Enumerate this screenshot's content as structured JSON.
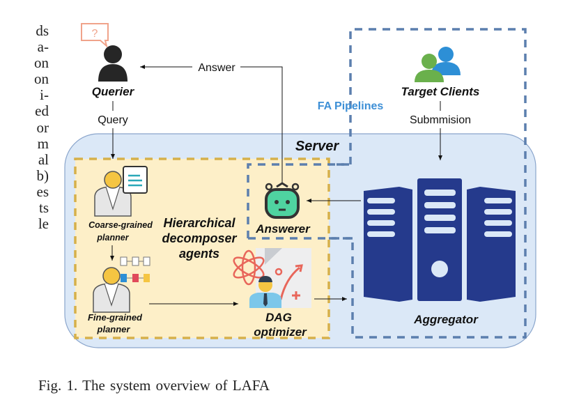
{
  "margin_text_fragments": [
    "ds",
    "a-",
    "on",
    "on",
    "i-",
    "ed",
    "or",
    "m",
    "al",
    "b)",
    "es",
    "ts",
    "le"
  ],
  "diagram": {
    "querier": {
      "label": "Querier",
      "bubble_glyph": "?",
      "icon": "person-icon"
    },
    "target_clients": {
      "label": "Target Clients",
      "icon": "users-icon"
    },
    "fa_pipelines": {
      "label": "FA Pipelines"
    },
    "server": {
      "label": "Server"
    },
    "hierarchical": {
      "label_lines": [
        "Hierarchical",
        "decomposer",
        "agents"
      ]
    },
    "coarse_planner": {
      "label_lines": [
        "Coarse-grained",
        "planner"
      ],
      "icon": "planner-document-icon"
    },
    "fine_planner": {
      "label_lines": [
        "Fine-grained",
        "planner"
      ],
      "icon": "planner-workflow-icon"
    },
    "answerer": {
      "label": "Answerer",
      "icon": "robot-icon"
    },
    "dag_optimizer": {
      "label_lines": [
        "DAG",
        "optimizer"
      ],
      "icon": "strategy-icon"
    },
    "aggregator": {
      "label": "Aggregator",
      "icon": "server-rack-icon"
    },
    "edges": {
      "answer": "Answer",
      "query": "Query",
      "submission": "Submmision"
    },
    "colors": {
      "server_fill": "#dbe8f7",
      "server_stroke": "#7d9cc7",
      "agents_fill": "#fdefc8",
      "agents_dash": "#d6b04a",
      "pipeline_dash": "#5c7fae",
      "fa_label": "#3d8fd6",
      "aggregator": "#253a8c",
      "robot_face": "#4fd3a0",
      "clients_green": "#6ab04c",
      "clients_blue": "#2d8fd6",
      "bubble": "#f0a38a",
      "accent_red": "#e8665a",
      "planner_yellow": "#f5c542"
    }
  },
  "caption": "Fig. 1.  The system overview of LAFA"
}
